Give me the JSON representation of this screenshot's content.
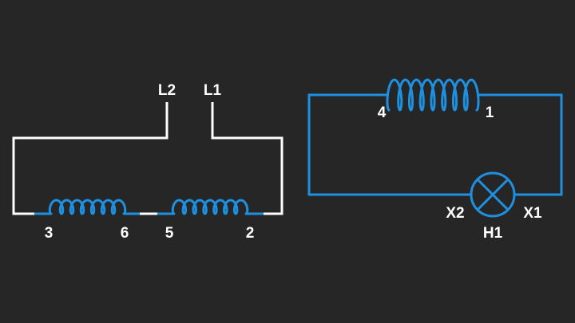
{
  "colors": {
    "background": "#262626",
    "primary_wire": "#ffffff",
    "secondary_wire": "#1e90e0",
    "coil": "#1e90e0"
  },
  "primary": {
    "supply_terminals": {
      "left": "L2",
      "right": "L1"
    },
    "coil_a": {
      "start": "3",
      "end": "6"
    },
    "coil_b": {
      "start": "5",
      "end": "2"
    }
  },
  "secondary": {
    "coil": {
      "start": "4",
      "end": "1"
    },
    "lamp": {
      "name": "H1",
      "terminal_left": "X2",
      "terminal_right": "X1",
      "icon": "lamp-icon"
    }
  }
}
